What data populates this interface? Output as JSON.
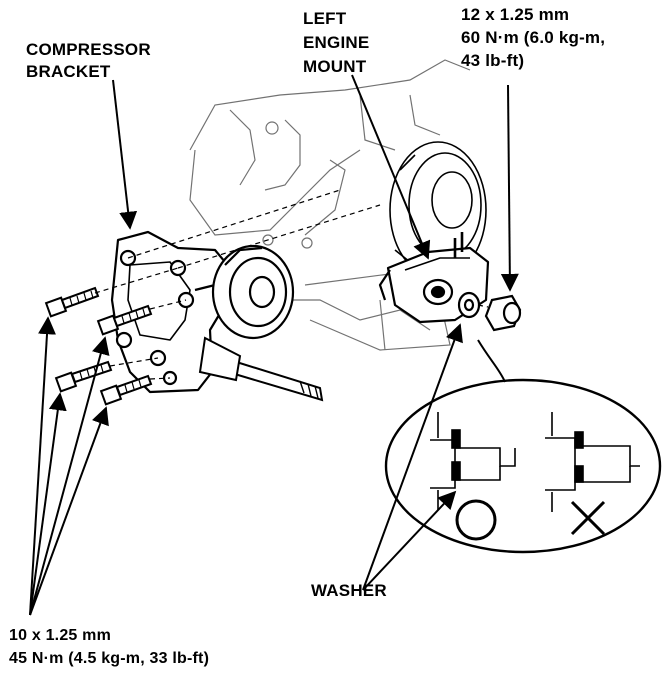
{
  "labels": {
    "compressor_bracket_line1": "COMPRESSOR",
    "compressor_bracket_line2": "BRACKET",
    "left_engine_mount_line1": "LEFT",
    "left_engine_mount_line2": "ENGINE",
    "left_engine_mount_line3": "MOUNT",
    "nut_spec_line1": "12 x 1.25 mm",
    "nut_spec_line2": "60 N·m (6.0 kg-m,",
    "nut_spec_line3": "43 lb-ft)",
    "washer": "WASHER",
    "bolt_spec_line1": "10 x 1.25 mm",
    "bolt_spec_line2": "45 N·m (4.5 kg-m, 33 lb-ft)"
  },
  "detail": {
    "correct_symbol": "○",
    "incorrect_symbol": "✕"
  }
}
